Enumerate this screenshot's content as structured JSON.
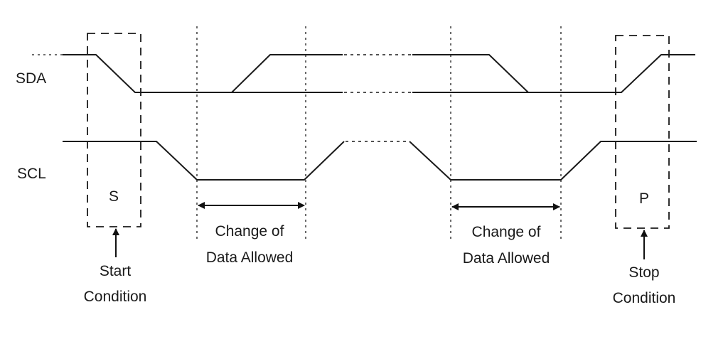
{
  "signals": {
    "sda": "SDA",
    "scl": "SCL"
  },
  "start": {
    "symbol": "S",
    "caption_line1": "Start",
    "caption_line2": "Condition"
  },
  "stop": {
    "symbol": "P",
    "caption_line1": "Stop",
    "caption_line2": "Condition"
  },
  "data_change_1": {
    "line1": "Change of",
    "line2": "Data Allowed"
  },
  "data_change_2": {
    "line1": "Change of",
    "line2": "Data Allowed"
  },
  "colors": {
    "line": "#1a1a1a",
    "background": "#ffffff"
  }
}
